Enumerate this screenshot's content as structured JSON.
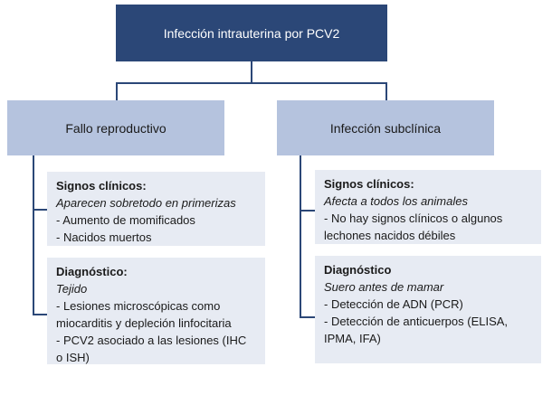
{
  "diagram": {
    "root": {
      "label": "Infección intrauterina por PCV2"
    },
    "branches": [
      {
        "label": "Fallo reproductivo",
        "boxes": [
          {
            "title": "Signos clínicos:",
            "subtitle": "Aparecen sobretodo en primerizas",
            "items": [
              "- Aumento de momificados",
              "- Nacidos muertos"
            ]
          },
          {
            "title": "Diagnóstico:",
            "subtitle": "Tejido",
            "items": [
              "- Lesiones microscópicas como miocarditis y depleción linfocitaria",
              "- PCV2 asociado a las lesiones (IHC o ISH)"
            ]
          }
        ]
      },
      {
        "label": "Infección subclínica",
        "boxes": [
          {
            "title": "Signos clínicos:",
            "subtitle": "Afecta a todos los animales",
            "items": [
              "- No hay signos clínicos o algunos lechones nacidos débiles"
            ]
          },
          {
            "title": "Diagnóstico",
            "subtitle": "Suero antes de mamar",
            "items": [
              "- Detección de ADN (PCR)",
              "- Detección de anticuerpos (ELISA, IPMA, IFA)"
            ]
          }
        ]
      }
    ],
    "colors": {
      "root_bg": "#2b4777",
      "branch_bg": "#b5c3de",
      "detail_bg": "#e7ebf3",
      "connector": "#2b4777",
      "root_text": "#ffffff",
      "text": "#1a1a1a"
    }
  }
}
